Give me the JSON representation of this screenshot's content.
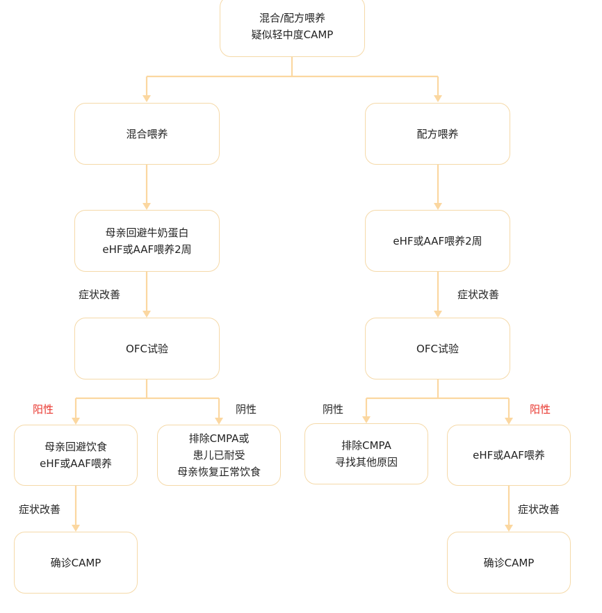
{
  "nodes": {
    "root": "混合/配方喂养\n疑似轻中度CAMP",
    "mixed": "混合喂养",
    "formula": "配方喂养",
    "mixed_step": "母亲回避牛奶蛋白\neHF或AAF喂养2周",
    "formula_step": "eHF或AAF喂养2周",
    "ofc_left": "OFC试验",
    "ofc_right": "OFC试验",
    "ll_pos": "母亲回避饮食\neHF或AAF喂养",
    "lr_neg": "排除CMPA或\n患儿已耐受\n母亲恢复正常饮食",
    "rl_neg": "排除CMPA\n寻找其他原因",
    "rr_pos": "eHF或AAF喂养",
    "dx_left": "确诊CAMP",
    "dx_right": "确诊CAMP"
  },
  "labels": {
    "improve_1": "症状改善",
    "improve_2": "症状改善",
    "improve_3": "症状改善",
    "improve_4": "症状改善",
    "pos_left": "阳性",
    "neg_left": "阴性",
    "neg_right": "阴性",
    "pos_right": "阳性"
  },
  "colors": {
    "connector": "#fbd7a0",
    "node_border": "#f5d9a8",
    "positive": "#e8322a",
    "text": "#222222"
  }
}
